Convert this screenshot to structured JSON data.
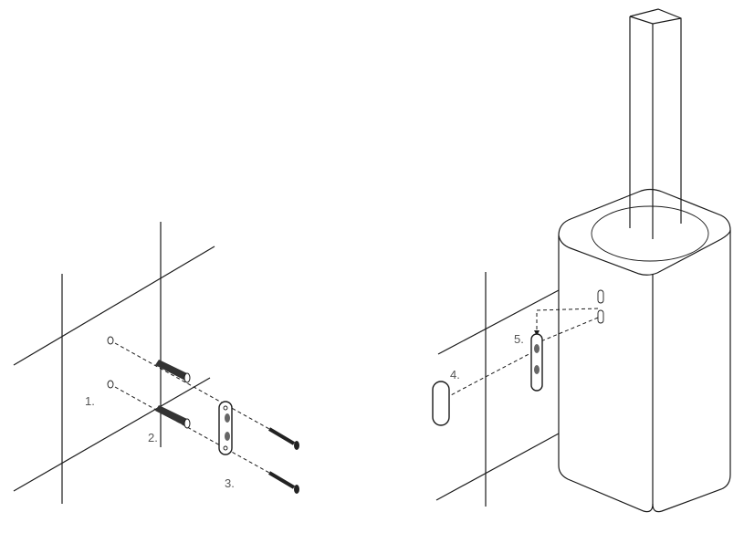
{
  "steps": {
    "s1": "1.",
    "s2": "2.",
    "s3": "3.",
    "s4": "4.",
    "s5": "5."
  },
  "icons": [
    "wall-plug-icon",
    "screw-icon",
    "mounting-plate-icon",
    "brush-holder-icon"
  ]
}
